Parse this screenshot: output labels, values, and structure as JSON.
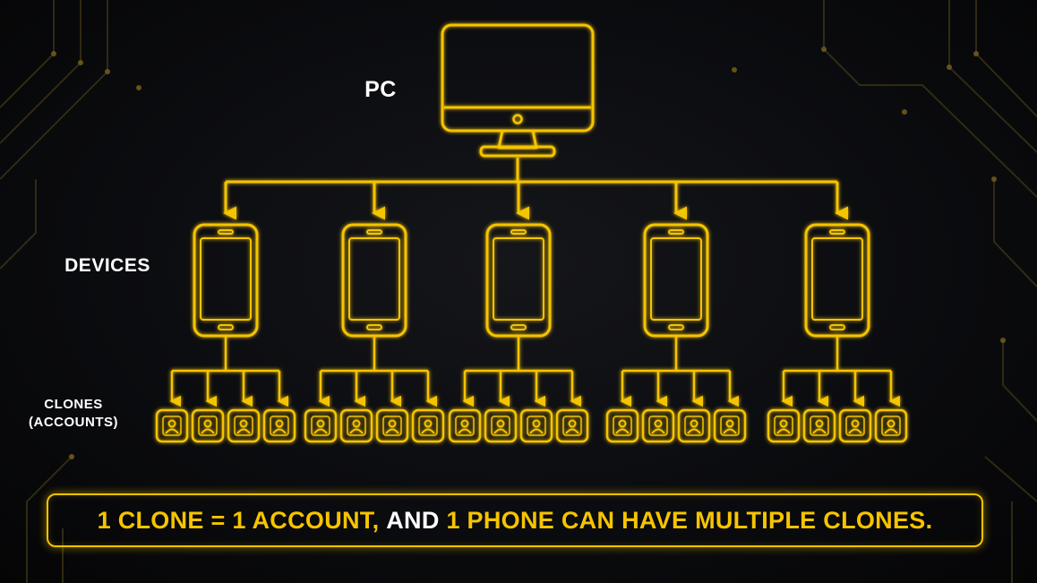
{
  "labels": {
    "pc": "PC",
    "devices": "DEVICES",
    "clones_line1": "CLONES",
    "clones_line2": "(ACCOUNTS)"
  },
  "caption": {
    "part1": "1 CLONE = 1 ACCOUNT,",
    "part2": "AND",
    "part3": "1 PHONE CAN HAVE MULTIPLE CLONES."
  },
  "structure": {
    "pc_count": 1,
    "device_count": 5,
    "clones_per_device": 4
  },
  "colors": {
    "accent": "#f5c400",
    "text": "#ffffff",
    "background": "#07080a",
    "circuit": "#3a3318"
  },
  "icons": {
    "pc": "monitor-icon",
    "device": "smartphone-icon",
    "clone": "user-account-icon"
  }
}
